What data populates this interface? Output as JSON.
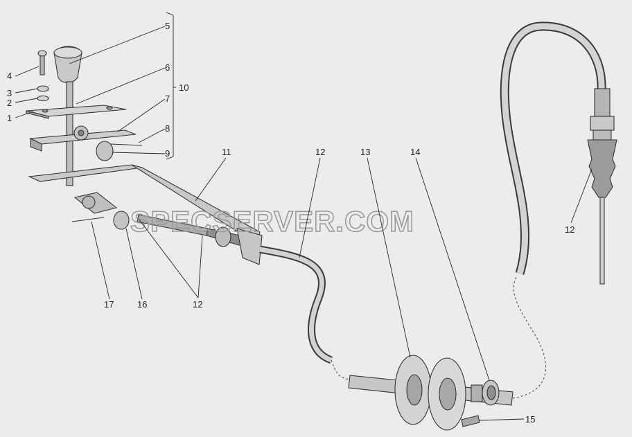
{
  "watermark": "SPECSERVER.COM",
  "callouts": {
    "c1": "1",
    "c2": "2",
    "c3": "3",
    "c4": "4",
    "c5": "5",
    "c6": "6",
    "c7": "7",
    "c8": "8",
    "c9": "9",
    "c10": "10",
    "c11": "11",
    "c12a": "12",
    "c12b": "12",
    "c12c": "12",
    "c13": "13",
    "c14": "14",
    "c15": "15",
    "c16": "16",
    "c17": "17"
  }
}
